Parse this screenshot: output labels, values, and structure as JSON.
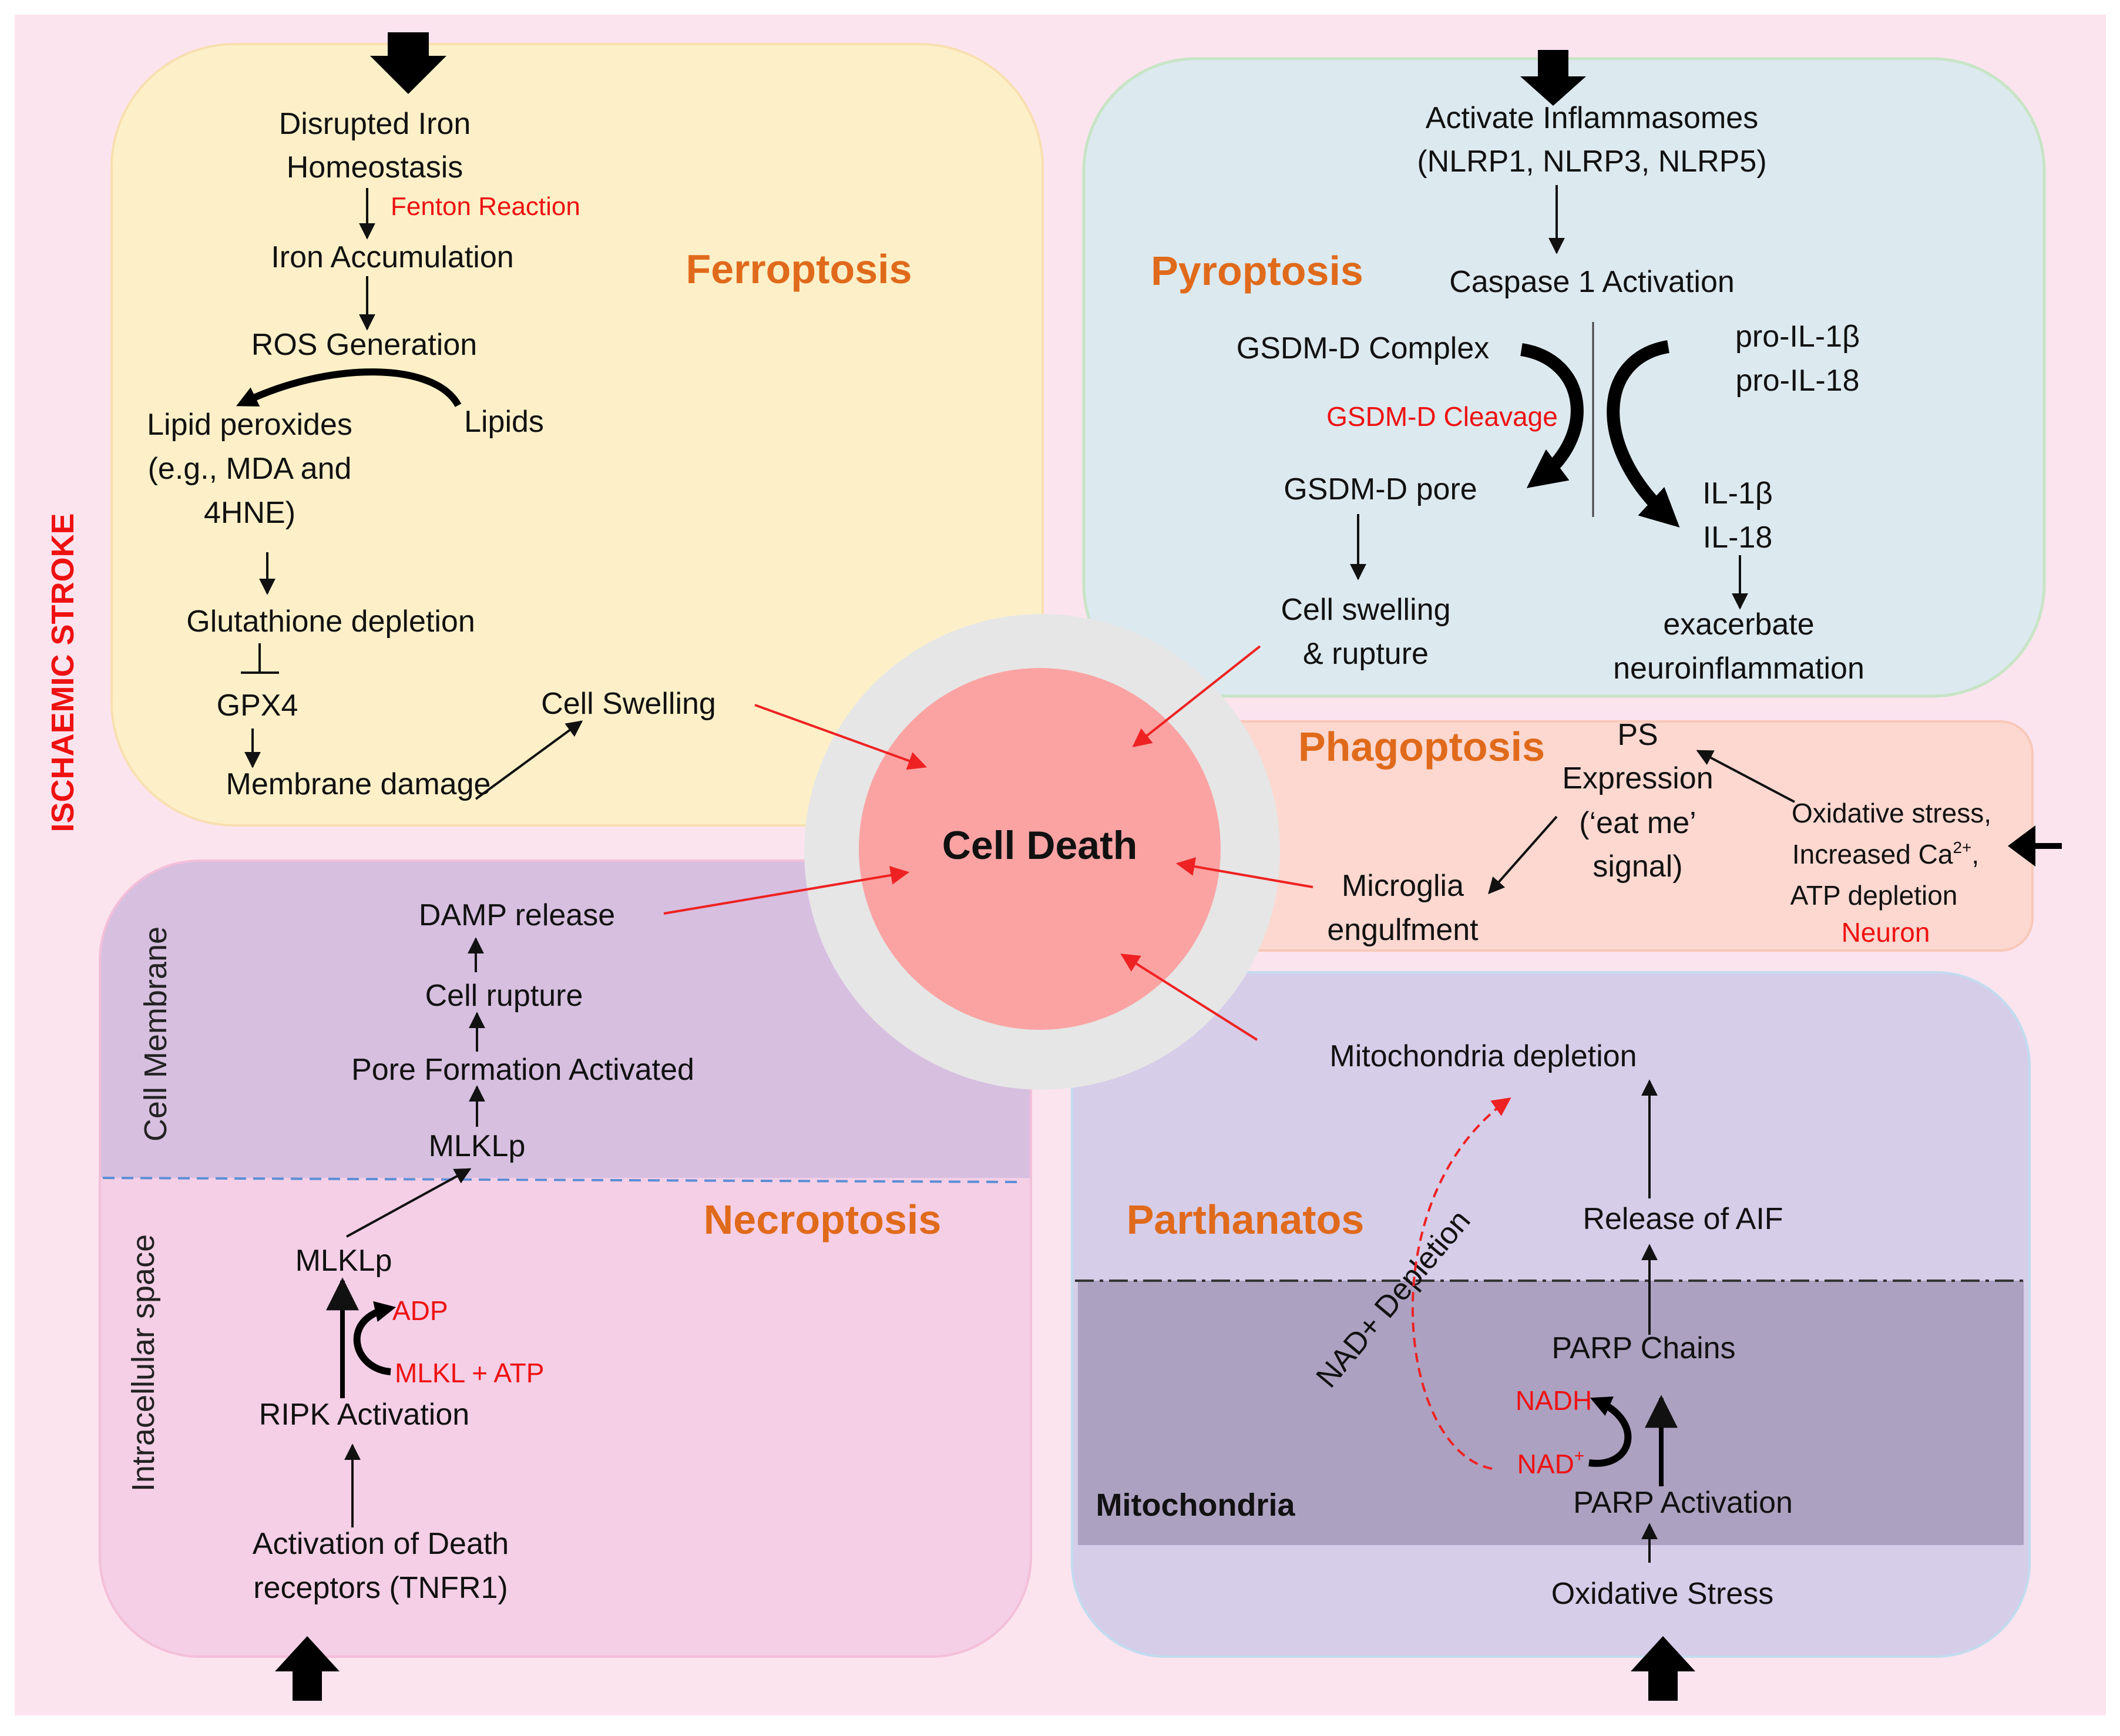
{
  "title": "ISCHAEMIC STROKE",
  "center": "Cell Death",
  "ferroptosis": {
    "heading": "Ferroptosis",
    "iron1": "Disrupted Iron",
    "iron2": "Homeostasis",
    "fenton": "Fenton Reaction",
    "accum": "Iron Accumulation",
    "ros": "ROS Generation",
    "lipid1": "Lipid peroxides",
    "lipid2": "(e.g., MDA and",
    "lipid3": "4HNE)",
    "lipids": "Lipids",
    "glut": "Glutathione depletion",
    "gpx4": "GPX4",
    "membrane": "Membrane damage",
    "swelling": "Cell Swelling"
  },
  "pyroptosis": {
    "heading": "Pyroptosis",
    "infl1": "Activate Inflammasomes",
    "infl2": "(NLRP1, NLRP3, NLRP5)",
    "caspase": "Caspase 1 Activation",
    "gsdm_complex": "GSDM-D Complex",
    "pro1": "pro-IL-1β",
    "pro2": "pro-IL-18",
    "cleavage": "GSDM-D Cleavage",
    "pore": "GSDM-D pore",
    "il1": "IL-1β",
    "il2": "IL-18",
    "swell1": "Cell swelling",
    "swell2": "& rupture",
    "exac1": "exacerbate",
    "exac2": "neuroinflammation"
  },
  "phagoptosis": {
    "heading": "Phagoptosis",
    "ps1": "PS",
    "ps2": "Expression",
    "ps3": "(‘eat me’",
    "ps4": "signal)",
    "ox1": "Oxidative stress,",
    "ox2": "Increased Ca",
    "ox2_sup": "2+",
    "ox2_end": ",",
    "ox3": "ATP depletion",
    "neuron": "Neuron",
    "micro1": "Microglia",
    "micro2": "engulfment"
  },
  "necroptosis": {
    "heading": "Necroptosis",
    "cell_membrane": "Cell Membrane",
    "intracellular": "Intracellular space",
    "damp": "DAMP release",
    "rupture": "Cell rupture",
    "pore": "Pore Formation Activated",
    "mlklp_top": "MLKLp",
    "mlklp_bottom": "MLKLp",
    "adp": "ADP",
    "mlkl_atp": "MLKL + ATP",
    "ripk": "RIPK Activation",
    "death1": "Activation of Death",
    "death2": "receptors (TNFR1)"
  },
  "parthanatos": {
    "heading": "Parthanatos",
    "mito_depl": "Mitochondria depletion",
    "aif": "Release of AIF",
    "nad_depl": "NAD+ Depletion",
    "parp_chains": "PARP Chains",
    "nadh": "NADH",
    "nad": "NAD",
    "nad_sup": "+",
    "mitochondria": "Mitochondria",
    "parp_act": "PARP Activation",
    "ox": "Oxidative Stress"
  },
  "colors": {
    "background": "#fce4ef",
    "ferroptosis_box": "#fdf0c8",
    "pyroptosis_box": "#dce9ef",
    "phagoptosis_box": "#fcd8d0",
    "necroptosis_membrane": "#d7bfe0",
    "necroptosis_intracellular": "#f4cfe6",
    "parthanatos_box": "#d6cde9",
    "mitochondria_band": "#ada1c1",
    "cell_death": "#fba3a3",
    "cell_death_ring": "#e6e6e6",
    "heading": "#e06a1b",
    "highlight": "#ee1111"
  }
}
